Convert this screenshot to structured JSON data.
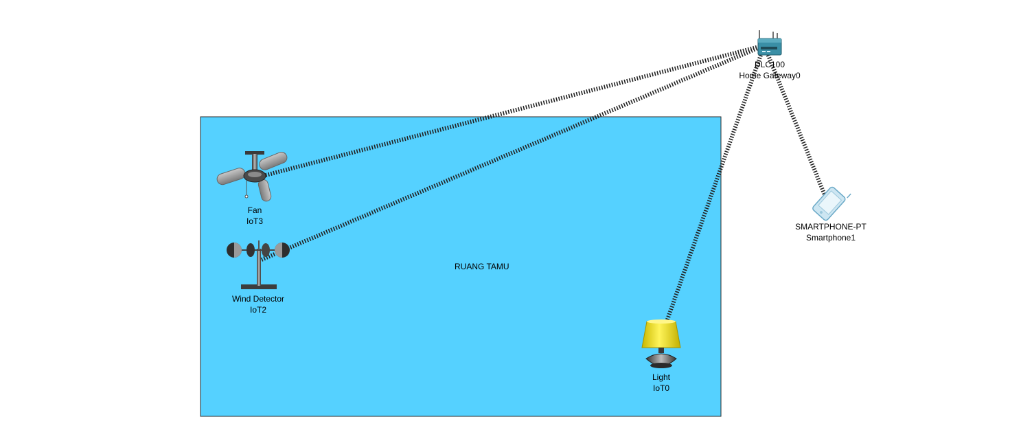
{
  "room": {
    "label": "RUANG TAMU",
    "fill": "#55d1ff",
    "border": "#2a2a2a"
  },
  "devices": {
    "gateway": {
      "model": "DLC100",
      "name": "Home Gateway0",
      "icon": "home-gateway-icon"
    },
    "smartphone": {
      "model": "SMARTPHONE-PT",
      "name": "Smartphone1",
      "icon": "smartphone-icon"
    },
    "fan": {
      "model": "Fan",
      "name": "IoT3",
      "icon": "ceiling-fan-icon"
    },
    "wind": {
      "model": "Wind Detector",
      "name": "IoT2",
      "icon": "anemometer-icon"
    },
    "light": {
      "model": "Light",
      "name": "IoT0",
      "icon": "lamp-icon"
    }
  },
  "links": [
    {
      "from": "gateway",
      "to": "fan",
      "type": "wireless"
    },
    {
      "from": "gateway",
      "to": "wind",
      "type": "wireless"
    },
    {
      "from": "gateway",
      "to": "light",
      "type": "wireless"
    },
    {
      "from": "gateway",
      "to": "smartphone",
      "type": "wireless"
    }
  ],
  "colors": {
    "link": "#222222",
    "gateway": "#3a8fa6",
    "lamp_shade": "#f2e21c"
  }
}
